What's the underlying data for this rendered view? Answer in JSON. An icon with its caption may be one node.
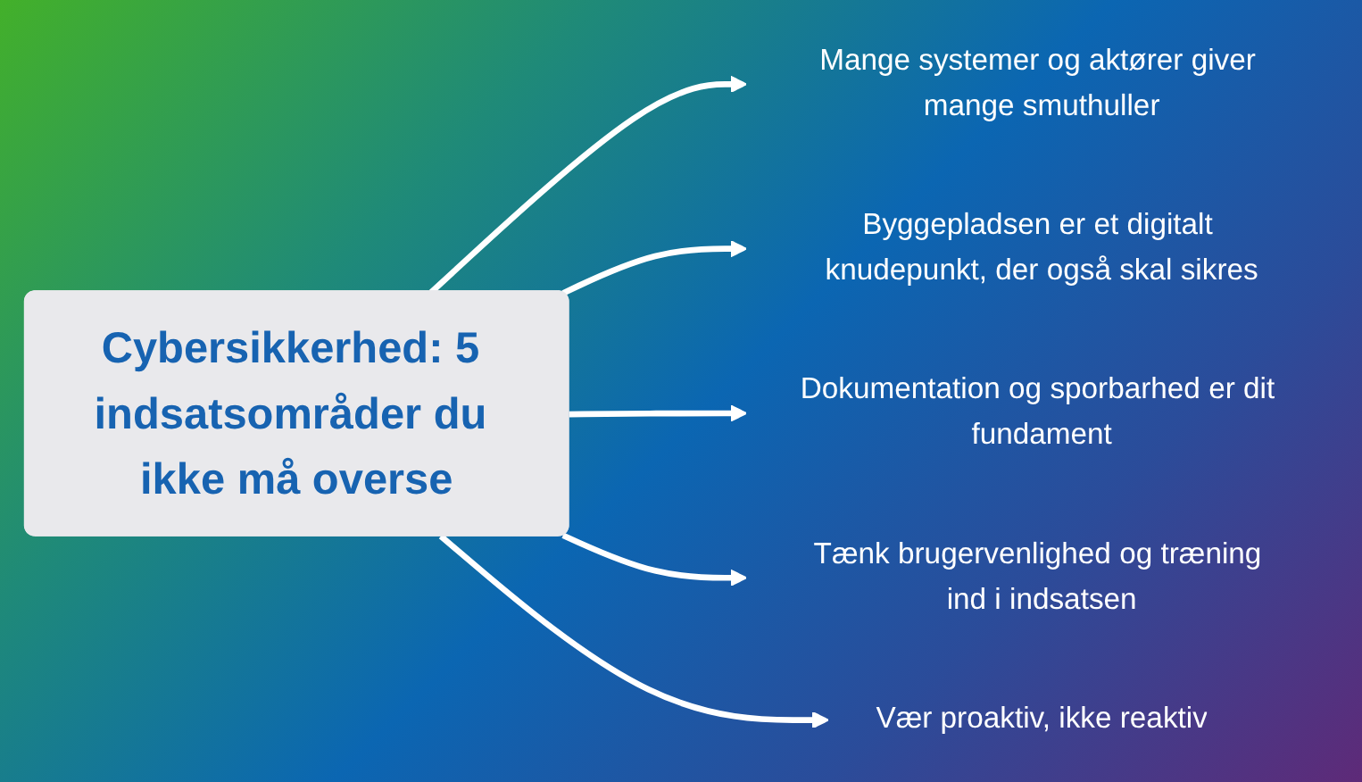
{
  "diagram": {
    "nodes": [
      {
        "text": [
          "Cybersikkerhed: 5 indsatsområder du ikke må overse"
        ]
      },
      {
        "text": [
          "Mange systemer og aktører giver mange smuthuller"
        ]
      },
      {
        "text": [
          "Byggepladsen er et digitalt knudepunkt, der også skal sikres"
        ]
      },
      {
        "text": [
          "Dokumentation og sporbarhed er dit fundament"
        ]
      },
      {
        "text": [
          "Tænk brugervenlighed og træning ind i indsatsen"
        ]
      },
      {
        "text": [
          "Vær proaktiv, ikke reaktiv"
        ]
      }
    ],
    "edges": [
      {
        "from": 0,
        "to": 1,
        "arrow": "to"
      },
      {
        "from": 0,
        "to": 2,
        "arrow": "to"
      },
      {
        "from": 0,
        "to": 3,
        "arrow": "to"
      },
      {
        "from": 0,
        "to": 4,
        "arrow": "to"
      },
      {
        "from": 0,
        "to": 5,
        "arrow": "to"
      }
    ]
  }
}
